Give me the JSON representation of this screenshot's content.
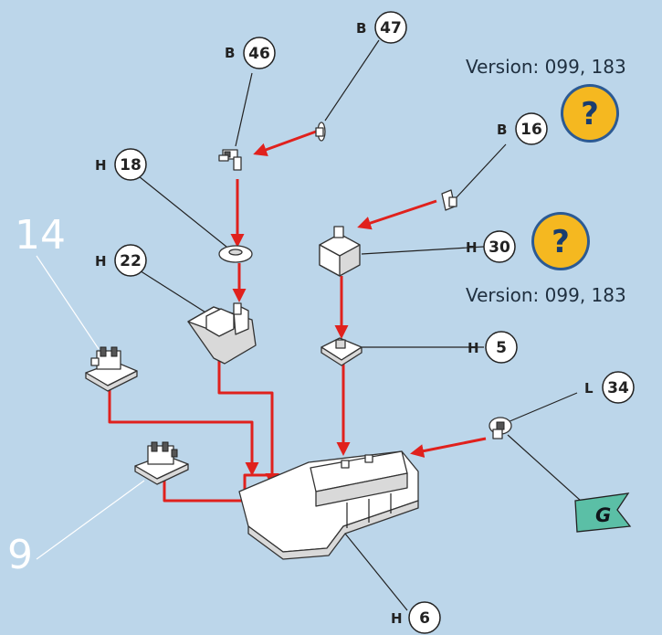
{
  "steps": {
    "step_14": "14",
    "step_9": "9"
  },
  "versions": {
    "top": "Version: 099, 183",
    "middle": "Version: 099, 183"
  },
  "flag": {
    "label": "G",
    "color": "#5bbfa6"
  },
  "question_badge": {
    "glyph": "?",
    "color": "#f5b820"
  },
  "colors": {
    "background": "#bcd6ea",
    "arrow": "#e0211d"
  },
  "labels": [
    {
      "id": "b47",
      "letter": "B",
      "number": "47"
    },
    {
      "id": "b46",
      "letter": "B",
      "number": "46"
    },
    {
      "id": "b16",
      "letter": "B",
      "number": "16"
    },
    {
      "id": "h18",
      "letter": "H",
      "number": "18"
    },
    {
      "id": "h30",
      "letter": "H",
      "number": "30"
    },
    {
      "id": "h22",
      "letter": "H",
      "number": "22"
    },
    {
      "id": "h5",
      "letter": "H",
      "number": "5"
    },
    {
      "id": "l34",
      "letter": "L",
      "number": "34"
    },
    {
      "id": "h6",
      "letter": "H",
      "number": "6"
    }
  ]
}
